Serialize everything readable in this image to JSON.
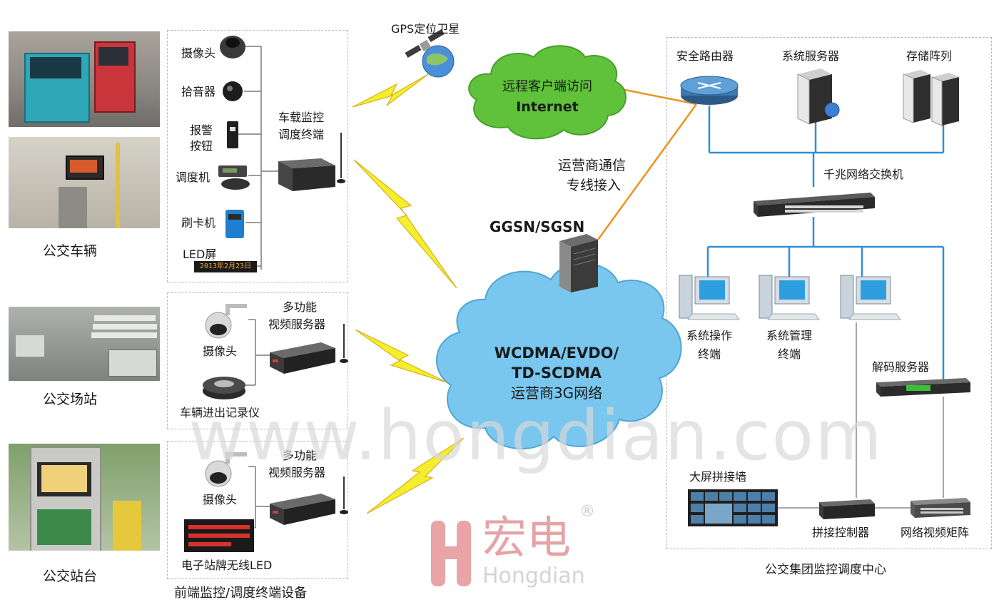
{
  "colors": {
    "network_line": "#2f8fd6",
    "carrier_line": "#f0901e",
    "bolt": "#f4ee2c",
    "cloud_green": "#5fc23a",
    "cloud_blue": "#79c7ef",
    "watermark": "#d9d9d9",
    "logo_red": "#e9a4a6"
  },
  "left_panel": {
    "bus_vehicle_label": "公交车辆",
    "bus_station_label": "公交场站",
    "bus_stop_label": "公交站台"
  },
  "vehicle_group": {
    "camera_label": "摄像头",
    "pickup_label": "拾音器",
    "alarm_label_line1": "报警",
    "alarm_label_line2": "按钮",
    "dispatcher_label": "调度机",
    "card_reader_label": "刷卡机",
    "led_label": "LED屏",
    "led_display_text": "2013年2月23日",
    "terminal_label_line1": "车载监控",
    "terminal_label_line2": "调度终端"
  },
  "station_group": {
    "server_label_line1": "多功能",
    "server_label_line2": "视频服务器",
    "camera_label": "摄像头",
    "recorder_label": "车辆进出记录仪"
  },
  "stop_group": {
    "server_label_line1": "多功能",
    "server_label_line2": "视频服务器",
    "camera_label": "摄像头",
    "led_label": "电子站牌无线LED"
  },
  "front_end_title": "前端监控/调度终端设备",
  "gps_label": "GPS定位卫星",
  "internet_cloud": {
    "line1": "远程客户端访问",
    "line2": "Internet"
  },
  "carrier_label_line1": "运营商通信",
  "carrier_label_line2": "专线接入",
  "ggsn_label": "GGSN/SGSN",
  "network_cloud": {
    "line1": "WCDMA/EVDO/",
    "line2": "TD-SCDMA",
    "line3": "运营商3G网络"
  },
  "center": {
    "router_label": "安全路由器",
    "system_server_label": "系统服务器",
    "storage_label": "存储阵列",
    "switch_label": "千兆网络交换机",
    "op_terminal_line1": "系统操作",
    "op_terminal_line2": "终端",
    "mgmt_terminal_line1": "系统管理",
    "mgmt_terminal_line2": "终端",
    "decoder_label": "解码服务器",
    "video_wall_label": "大屏拼接墙",
    "splice_controller_label": "拼接控制器",
    "video_matrix_label": "网络视频矩阵",
    "title": "公交集团监控调度中心"
  },
  "watermark_text": "www.hongdian.com",
  "logo": {
    "cn": "宏电",
    "en": "Hongdian",
    "mark": "®"
  }
}
